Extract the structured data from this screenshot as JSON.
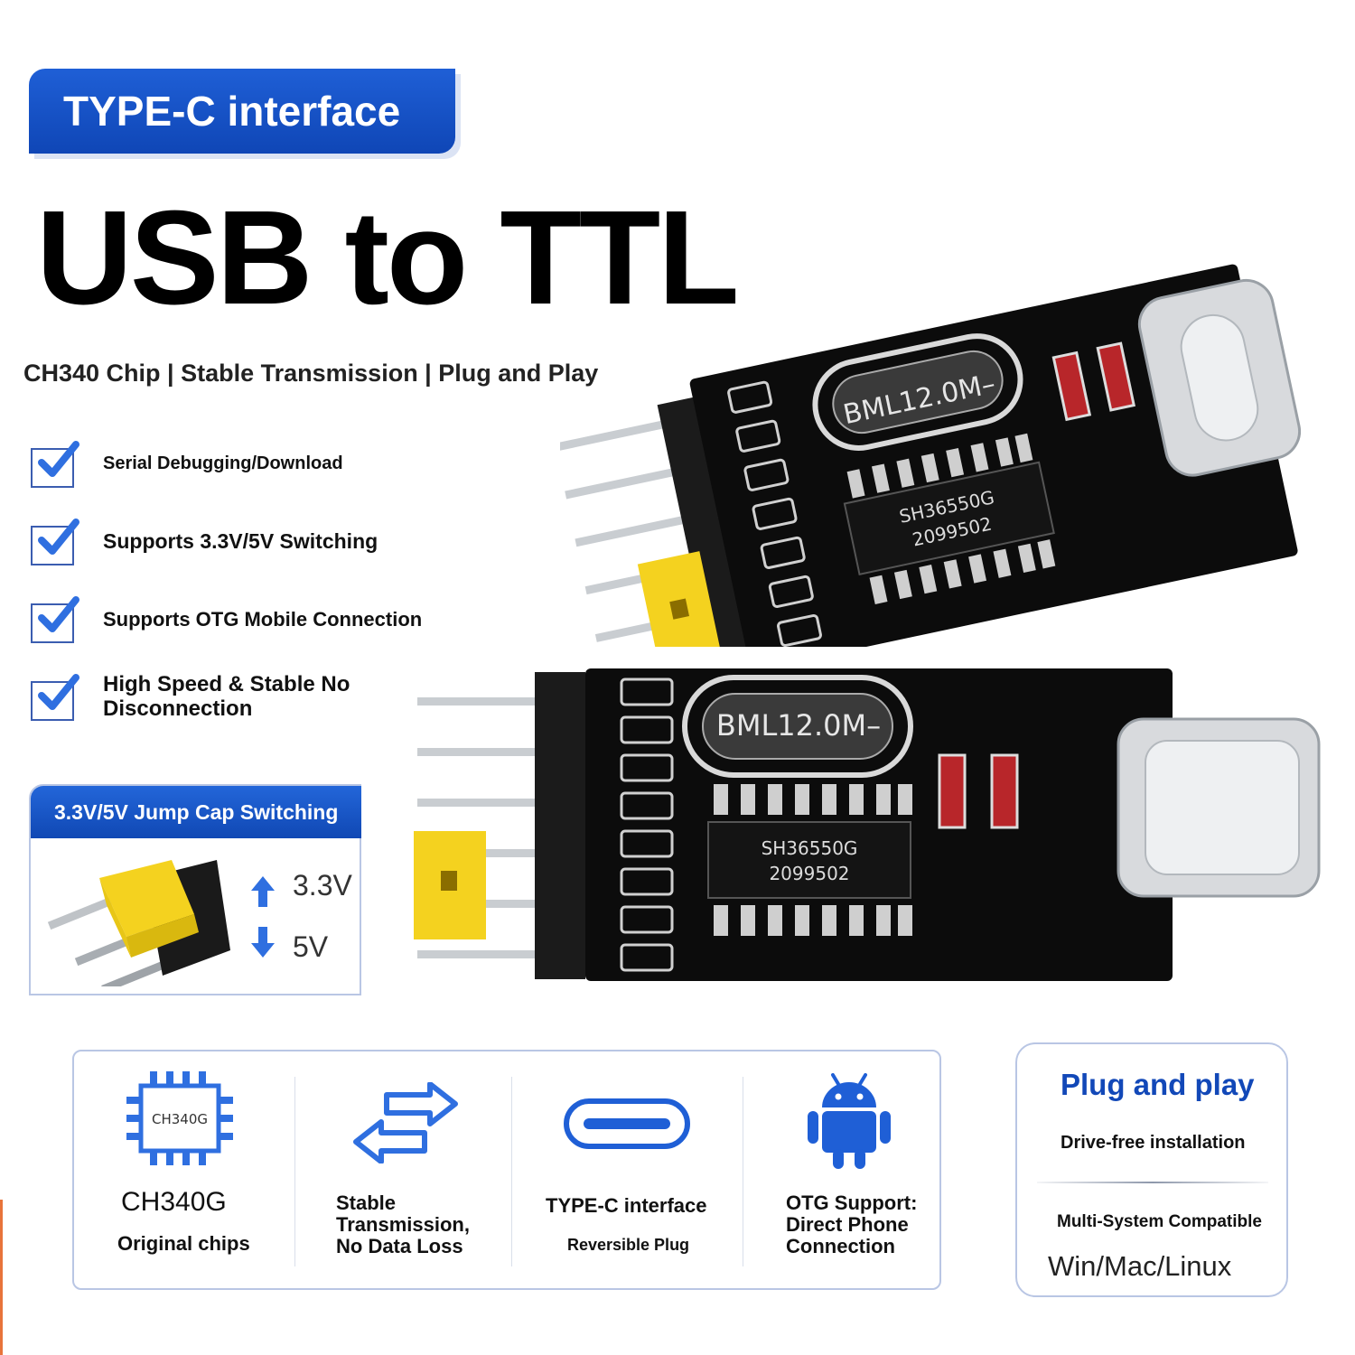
{
  "header": {
    "badge": "TYPE-C interface",
    "title": "USB to TTL",
    "subtitle": "CH340 Chip | Stable Transmission | Plug and Play"
  },
  "features": [
    {
      "line1": "Serial Debugging/Download",
      "line2": ""
    },
    {
      "line1": "Supports 3.3V/5V Switching",
      "line2": ""
    },
    {
      "line1": "Supports OTG Mobile Connection",
      "line2": ""
    },
    {
      "line1": "High Speed & Stable No",
      "line2": "Disconnection"
    }
  ],
  "jump_cap": {
    "title": "3.3V/5V Jump Cap Switching",
    "up_label": "3.3V",
    "down_label": "5V"
  },
  "boards": {
    "top": {
      "crystal": "BML12.0M–",
      "chip_line1": "SH36550G",
      "chip_line2": "2099502"
    },
    "bottom": {
      "crystal": "BML12.0M–",
      "chip_line1": "SH36550G",
      "chip_line2": "2099502"
    }
  },
  "bottom_bar": {
    "chip": {
      "icon_label": "CH340G",
      "title": "CH340G",
      "subtitle": "Original chips"
    },
    "transmission": {
      "line1": "Stable",
      "line2": "Transmission,",
      "line3": "No Data Loss"
    },
    "typec": {
      "title": "TYPE-C interface",
      "subtitle": "Reversible Plug"
    },
    "otg": {
      "line1": "OTG Support:",
      "line2": "Direct Phone",
      "line3": "Connection"
    }
  },
  "plug_panel": {
    "title": "Plug and play",
    "subtitle": "Drive-free installation",
    "compat": "Multi-System Compatible",
    "systems": "Win/Mac/Linux"
  },
  "colors": {
    "brand_blue": "#1248b8",
    "check_blue": "#2f6fe0",
    "jumper_yellow": "#f4d21f",
    "pcb": "#0c0c0c"
  }
}
